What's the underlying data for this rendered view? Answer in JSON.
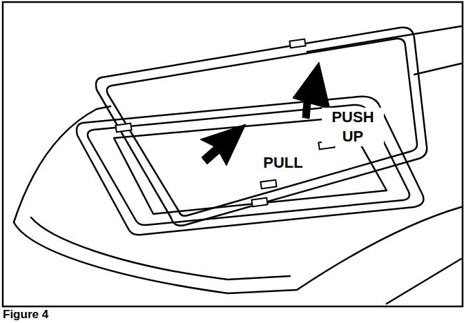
{
  "diagram": {
    "caption": "Figure 4",
    "labels": [
      "PUSH UP",
      "PULL"
    ]
  }
}
